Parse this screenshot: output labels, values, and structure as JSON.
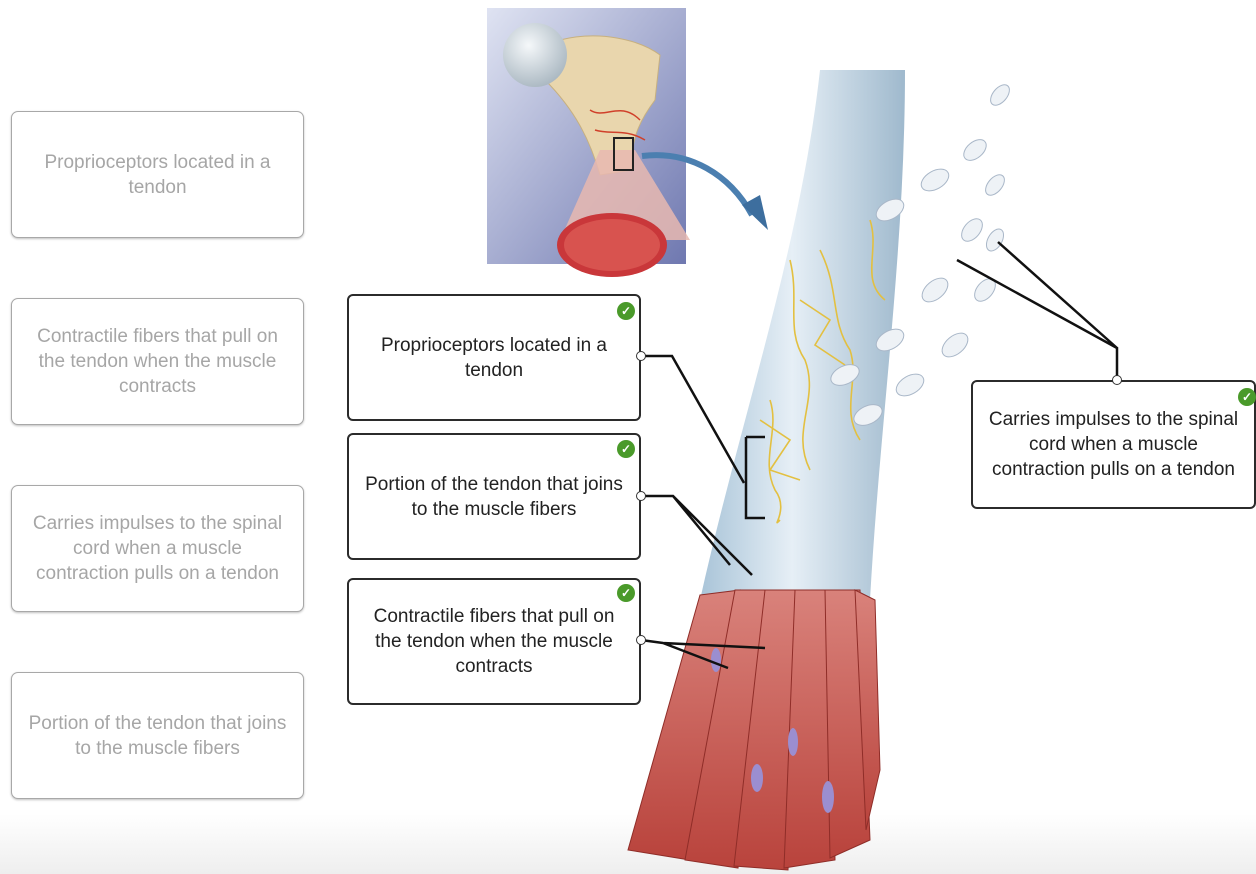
{
  "word_bank": [
    {
      "label": "Proprioceptors located in a tendon"
    },
    {
      "label": "Contractile fibers that pull on the tendon when the muscle contracts"
    },
    {
      "label": "Carries impulses to the spinal cord when a muscle contraction pulls on a tendon"
    },
    {
      "label": "Portion of the tendon that joins to the muscle fibers"
    }
  ],
  "placed_labels": [
    {
      "label": "Proprioceptors located in a tendon",
      "status": "correct"
    },
    {
      "label": "Portion of the tendon that joins to the muscle fibers",
      "status": "correct"
    },
    {
      "label": "Contractile fibers that pull on the tendon when the muscle contracts",
      "status": "correct"
    },
    {
      "label": "Carries impulses to the spinal cord when a muscle contraction pulls on a tendon",
      "status": "correct"
    }
  ],
  "icons": {
    "correct": "check-icon",
    "check_glyph": "✓"
  },
  "colors": {
    "correct": "#4a9a2a",
    "muscle": "#c8544e",
    "tendon": "#cfe0ec",
    "nerve": "#e8c34a"
  }
}
